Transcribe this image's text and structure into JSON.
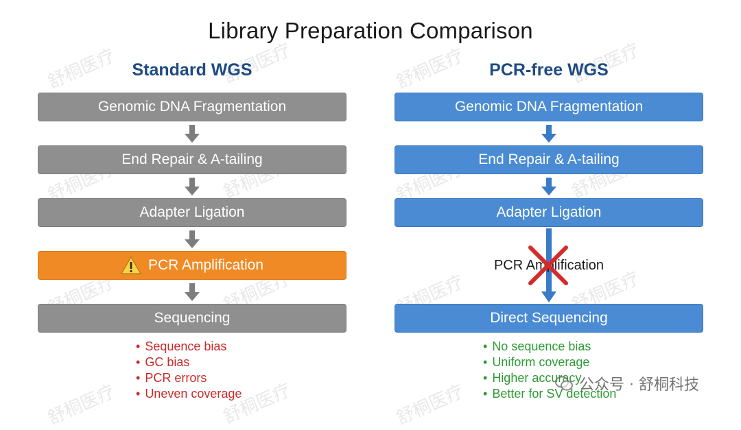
{
  "title": "Library Preparation Comparison",
  "standard": {
    "heading": "Standard WGS",
    "steps": {
      "fragmentation": "Genomic DNA Fragmentation",
      "end_repair": "End Repair & A-tailing",
      "adapter": "Adapter Ligation",
      "pcr": "PCR Amplification",
      "sequencing": "Sequencing"
    },
    "bullets": [
      "Sequence bias",
      "GC bias",
      "PCR errors",
      "Uneven coverage"
    ]
  },
  "pcr_free": {
    "heading": "PCR-free WGS",
    "steps": {
      "fragmentation": "Genomic DNA Fragmentation",
      "end_repair": "End Repair & A-tailing",
      "adapter": "Adapter Ligation",
      "skipped_pcr": "PCR Amplification",
      "sequencing": "Direct Sequencing"
    },
    "bullets": [
      "No sequence bias",
      "Uniform coverage",
      "Higher accuracy",
      "Better for SV detection"
    ]
  },
  "watermark": "舒桐医疗",
  "account_label": "公众号 · 舒桐科技",
  "colors": {
    "grey_step": "#8f8f8f",
    "pcr_step": "#f08a24",
    "blue_step": "#4a8bd4",
    "heading": "#1f4b82",
    "negative": "#cc2a2a",
    "positive": "#2e9a35",
    "cross": "#d42a2a"
  },
  "icons": {
    "warning": "warning-triangle-icon",
    "cross": "cross-x-icon",
    "arrow": "down-arrow-icon"
  }
}
